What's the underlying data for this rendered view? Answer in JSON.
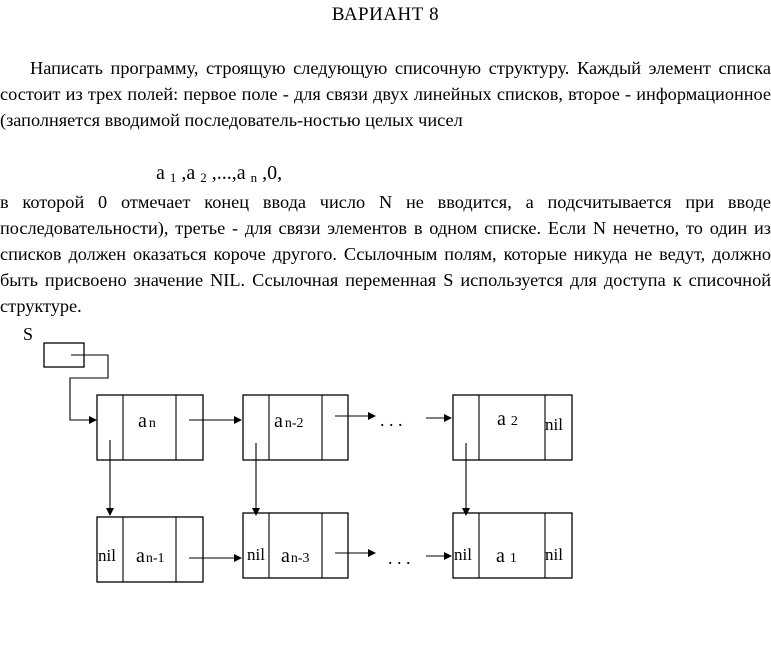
{
  "title": "ВАРИАНТ 8",
  "paragraph1": "Написать программу, строящую следующую списочную структуру. Каждый элемент списка состоит из  трех  полей:  первое поле - для связи двух линейных списков, второе -  информационное (заполняется вводимой последователь-ностью целых  чисел",
  "formula": {
    "a": "a",
    "i1": "1",
    "i2": "2",
    "in": "n",
    "sep1": " ,",
    "sep2": " ,...,",
    "tail": " ,0,"
  },
  "paragraph2": "в которой 0 отмечает конец ввода число N не вводится, а подсчитывается при вводе последовательности), третье - для связи элементов в одном списке. Если N  нечетно,  то один  из списков должен оказаться короче  другого. Ссылочным полям, которые никуда не ведут, должно быть присвоено значение NIL. Ссылочная переменная S используется для доступа к  списочной структуре.",
  "diagram": {
    "pointer_label": "S",
    "nil": "nil",
    "a": "a",
    "dots": ". . .",
    "top_row": [
      {
        "sub": "n"
      },
      {
        "sub": "n-2"
      },
      {
        "sub": "2"
      }
    ],
    "bottom_row": [
      {
        "sub": "n-1"
      },
      {
        "sub": "n-3"
      },
      {
        "sub": "1"
      }
    ]
  }
}
